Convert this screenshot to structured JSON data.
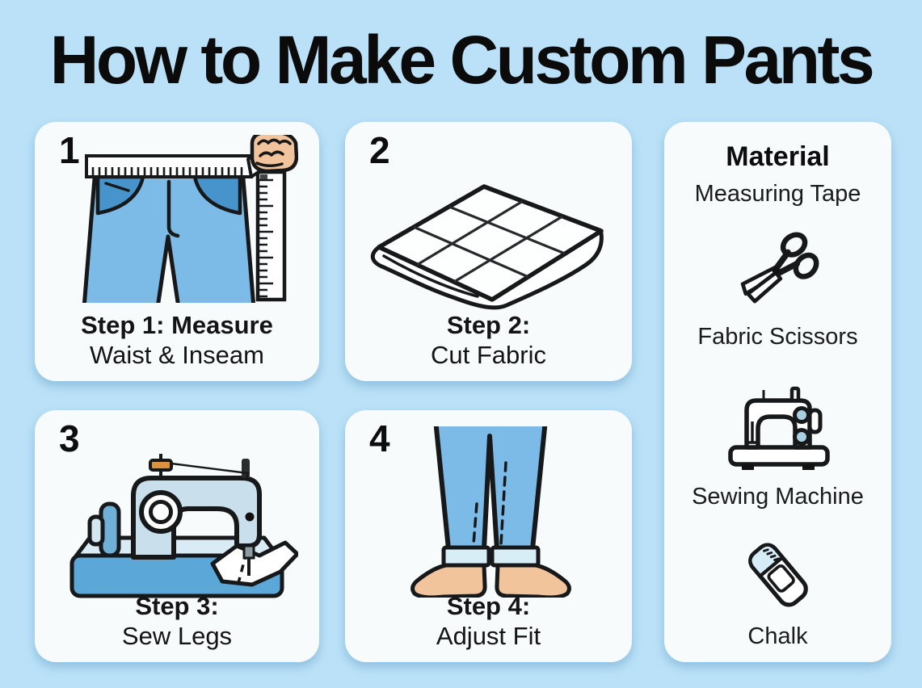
{
  "title": "How to Make Custom Pants",
  "steps": [
    {
      "number": "1",
      "line1": "Step 1: Measure",
      "line2": "Waist & Inseam",
      "illustration": "pants-waist-measurement"
    },
    {
      "number": "2",
      "line1": "Step 2:",
      "line2": "Cut Fabric",
      "illustration": "folded-fabric"
    },
    {
      "number": "3",
      "line1": "Step 3:",
      "line2": "Sew Legs",
      "illustration": "sewing-machine"
    },
    {
      "number": "4",
      "line1": "Step 4:",
      "line2": "Adjust Fit",
      "illustration": "pant-legs-and-feet"
    }
  ],
  "materials": {
    "heading": "Material",
    "items": [
      {
        "label": "Measuring Tape"
      },
      {
        "label": "Fabric Scissors",
        "icon": "scissors-icon"
      },
      {
        "label": "Sewing Machine",
        "icon": "sewing-machine-icon"
      },
      {
        "label": "Chalk",
        "icon": "chalk-icon"
      }
    ]
  },
  "colors": {
    "background": "#bae1f7",
    "card": "#f8fbfc",
    "ink": "#131416",
    "jeans_light": "#7cbbe8",
    "jeans_dark": "#4793cb",
    "skin": "#f2c49c",
    "machine_body": "#c9e0ec",
    "machine_base": "#5aa7d8",
    "accent_dot": "#a9cfe2",
    "chalk_cap": "#d6ecf7",
    "spool_orange": "#d9913f"
  }
}
